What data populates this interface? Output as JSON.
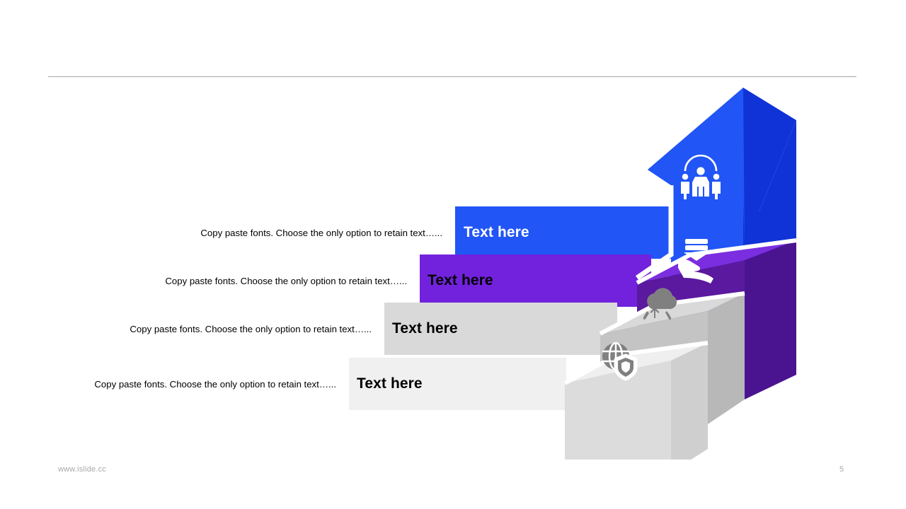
{
  "slide": {
    "background_color": "#ffffff",
    "header_rule_color": "#a6a6a6"
  },
  "rows": [
    {
      "label": "Text here",
      "description": "Copy paste fonts. Choose the only option to retain text…...",
      "bar_color": "#2255f5",
      "label_color": "#ffffff",
      "icon": "team-people-icon"
    },
    {
      "label": "Text here",
      "description": "Copy paste fonts. Choose the only option to retain text…...",
      "bar_color": "#7222dc",
      "label_color": "#000000",
      "icon": "hand-holding-cards-icon"
    },
    {
      "label": "Text here",
      "description": "Copy paste fonts. Choose the only option to retain text…...",
      "bar_color": "#d9d9d9",
      "label_color": "#000000",
      "icon": "cloud-exchange-icon"
    },
    {
      "label": "Text here",
      "description": "Copy paste fonts. Choose the only option to retain text…...",
      "bar_color": "#f0f0f0",
      "label_color": "#000000",
      "icon": "globe-shield-icon"
    }
  ],
  "graphic": {
    "name": "isometric-ascending-steps-with-arrow",
    "arrow_front_color": "#2255f5",
    "arrow_side_color": "#0f33d6",
    "step_colors": [
      {
        "top": "#7b2ee0",
        "front": "#5a199f",
        "side": "#4a1490"
      },
      {
        "top": "#d9d9d9",
        "front": "#c4c4c4",
        "side": "#b8b8b8"
      },
      {
        "top": "#efefef",
        "front": "#dcdcdc",
        "side": "#cfcfcf"
      }
    ],
    "icon_color_light": "#ffffff",
    "icon_color_dark": "#808080"
  },
  "footer": {
    "url": "www.islide.cc",
    "page_number": "5",
    "color": "#a8a8a8"
  }
}
